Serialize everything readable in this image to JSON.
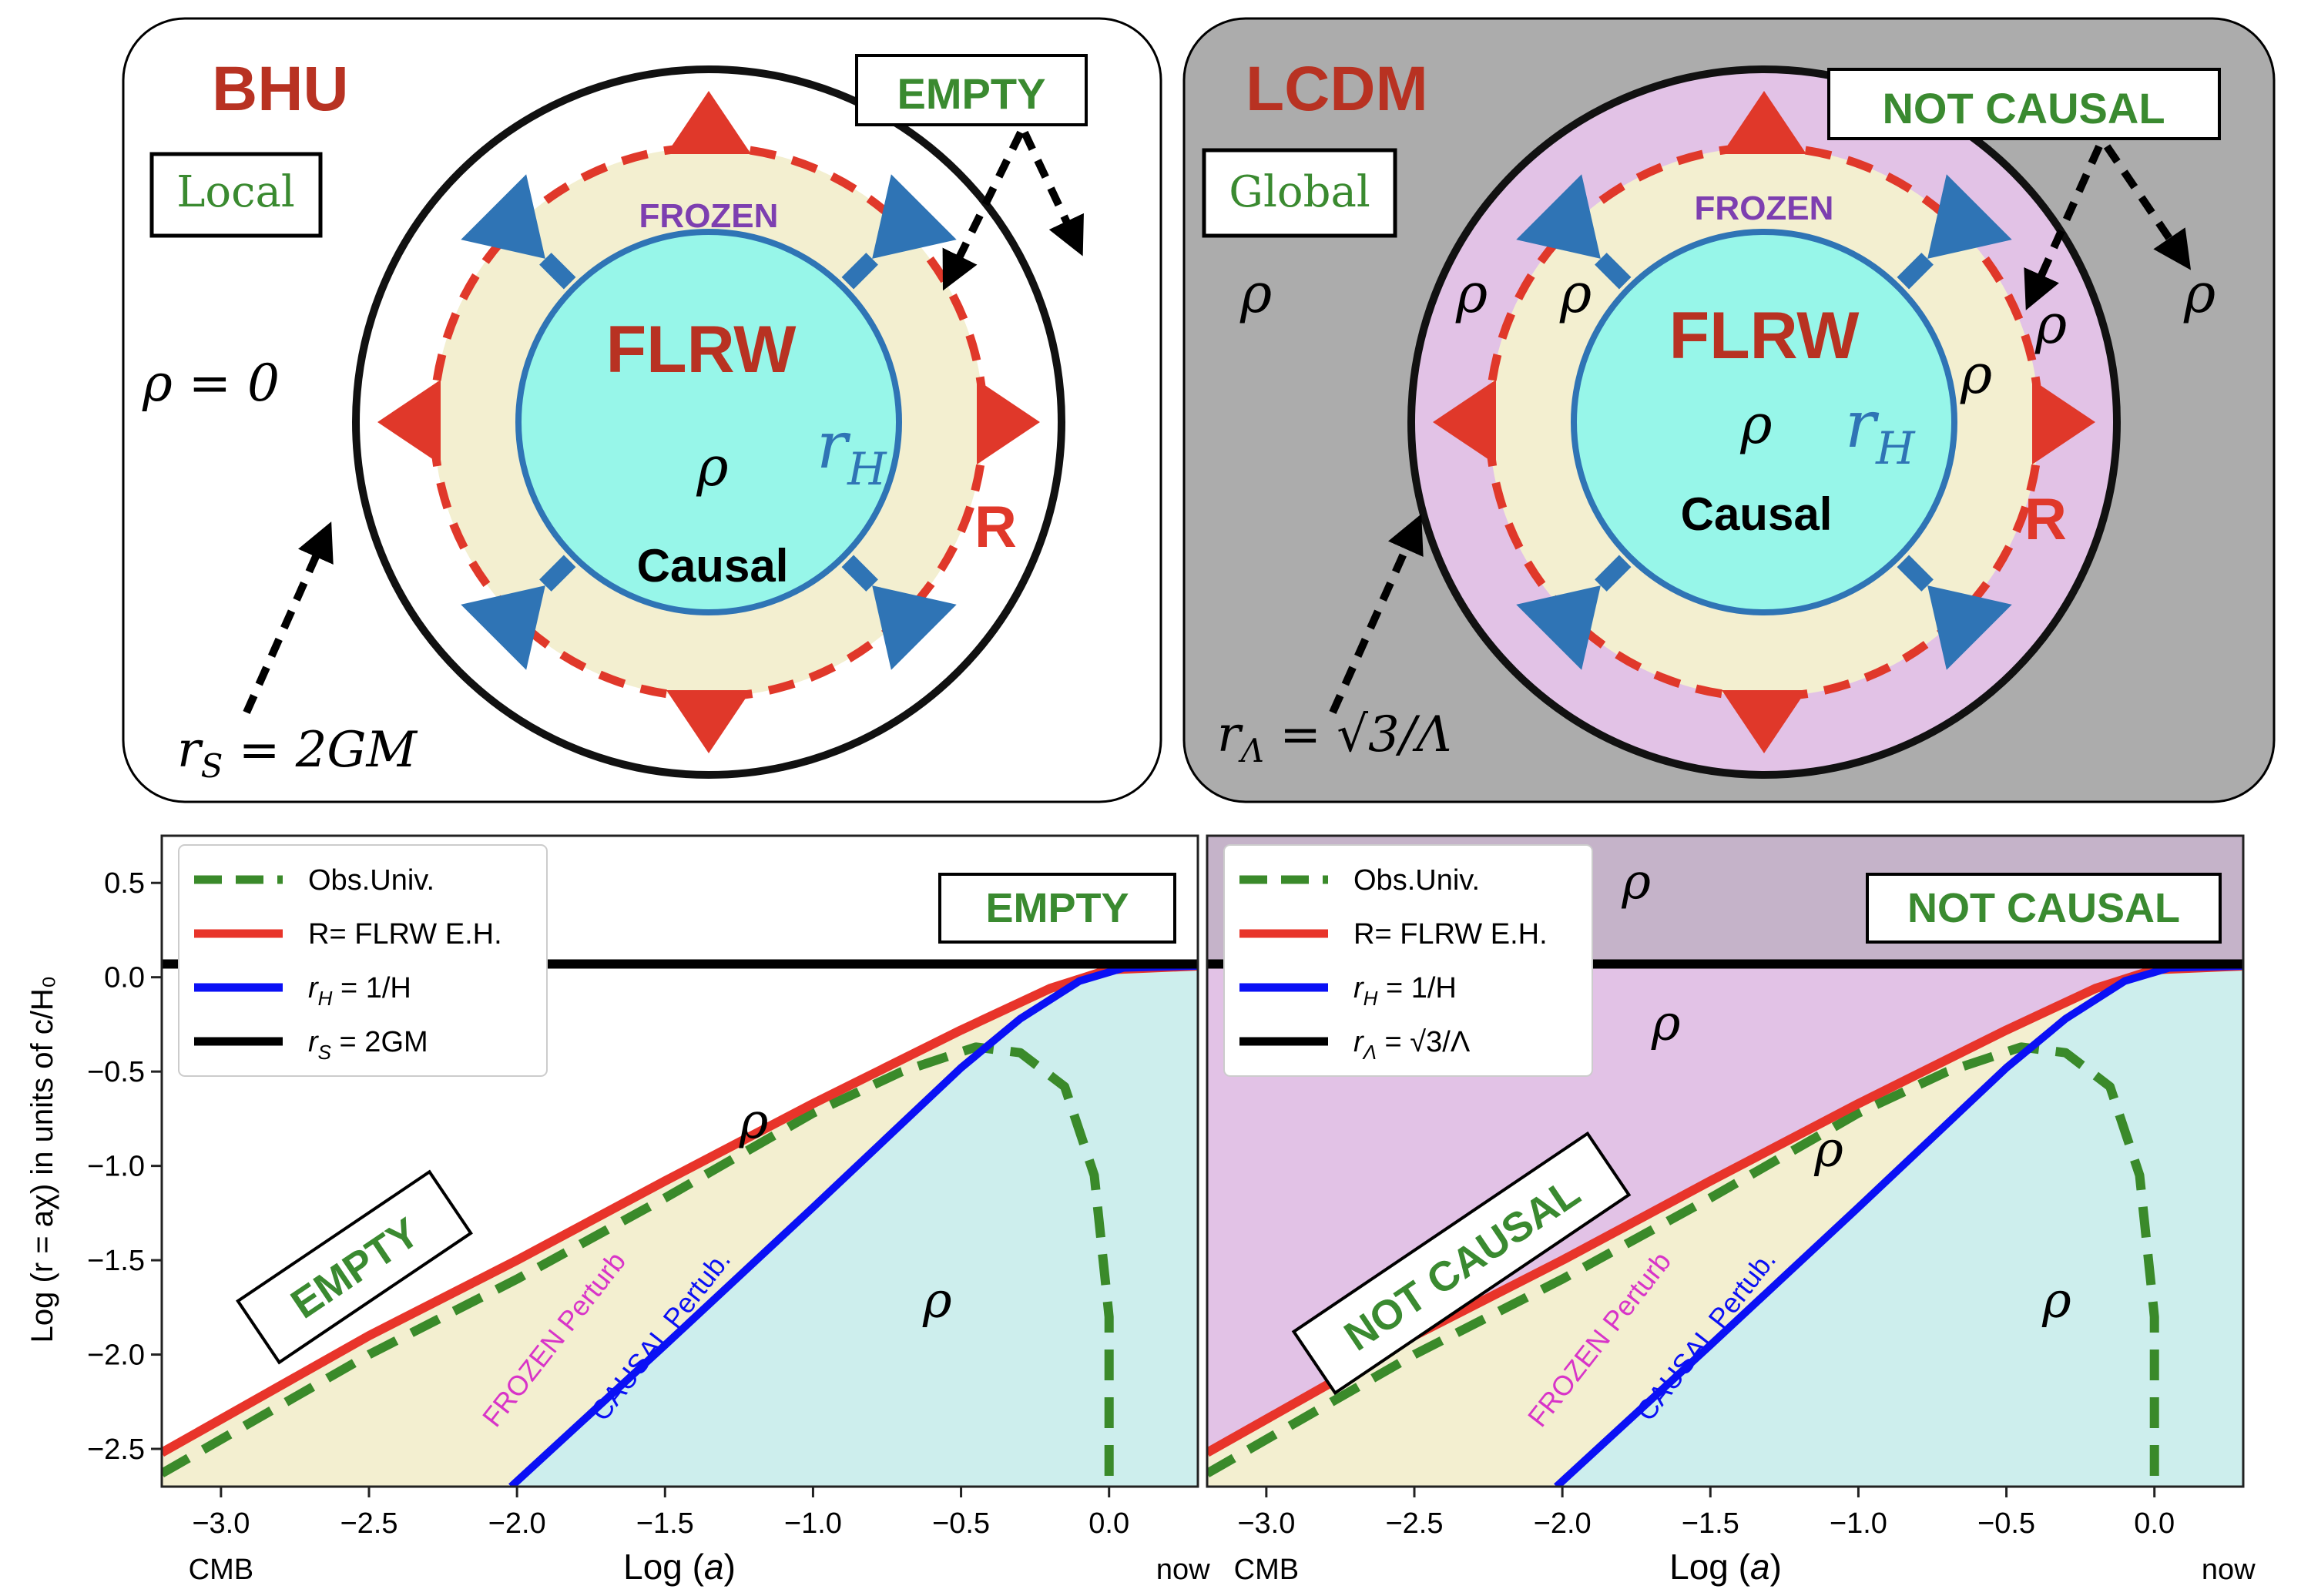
{
  "panels": {
    "left": {
      "title": "BHU",
      "scope": "Local",
      "frozen": "FROZEN",
      "flrw": "FLRW",
      "rho": "ρ",
      "rh": "r",
      "rh_sub": "H",
      "causal": "Causal",
      "R": "R",
      "outside": "EMPTY",
      "rho_zero": "ρ = 0",
      "radius_label": "r",
      "radius_sub": "S",
      "radius_rhs": " = 2GM"
    },
    "right": {
      "title": "LCDM",
      "scope": "Global",
      "frozen": "FROZEN",
      "flrw": "FLRW",
      "rho": "ρ",
      "rh": "r",
      "rh_sub": "H",
      "causal": "Causal",
      "R": "R",
      "outside": "NOT CAUSAL",
      "radius_label": "r",
      "radius_sub": "Λ",
      "radius_rhs": " = √3/Λ"
    }
  },
  "colors": {
    "title_red": "#b83222",
    "label_green": "#3a8a30",
    "arrow_red": "#e0382a",
    "arrow_blue": "#2f74b5",
    "flrw_fill": "#97f6e9",
    "frozen_fill": "#f3efd0",
    "not_causal_fill": "#e2c2e6",
    "outer_gray": "#acacac",
    "obs_green": "#3a8a2a",
    "blue_line": "#0a10f5",
    "red_line": "#e8342a",
    "frozen_purple": "#7d3fb0",
    "frozen_perturb_magenta": "#d834c8"
  },
  "chart_data": [
    {
      "type": "line",
      "xlabel": "Log (a)",
      "ylabel": "Log (r = aχ)  in units of c/H₀",
      "xlim": [
        -3.2,
        0.3
      ],
      "ylim": [
        -2.7,
        0.75
      ],
      "xticks": [
        "−3.0",
        "−2.5",
        "−2.0",
        "−1.5",
        "−1.0",
        "−0.5",
        "0.0"
      ],
      "yticks": [
        "0.5",
        "0.0",
        "−0.5",
        "−1.0",
        "−1.5",
        "−2.0",
        "−2.5"
      ],
      "x_annotations": [
        "CMB",
        "now"
      ],
      "legend_position": "top-left",
      "series": [
        {
          "name": "Obs.Univ.",
          "style": "dashed",
          "color": "#3a8a2a",
          "x": [
            -3.2,
            -2.5,
            -2.0,
            -1.5,
            -1.0,
            -0.7,
            -0.45,
            -0.3,
            -0.15,
            -0.05,
            0.0,
            0.0
          ],
          "y": [
            -2.63,
            -2.0,
            -1.6,
            -1.17,
            -0.72,
            -0.5,
            -0.37,
            -0.4,
            -0.58,
            -1.05,
            -1.8,
            -2.7
          ]
        },
        {
          "name": "R= FLRW E.H.",
          "style": "solid",
          "color": "#e8342a",
          "x": [
            -3.2,
            -2.5,
            -2.0,
            -1.5,
            -1.0,
            -0.5,
            -0.2,
            0.0,
            0.3
          ],
          "y": [
            -2.52,
            -1.9,
            -1.5,
            -1.08,
            -0.67,
            -0.28,
            -0.06,
            0.04,
            0.06
          ]
        },
        {
          "name": "r_H = 1/H",
          "style": "solid",
          "color": "#0a10f5",
          "x": [
            -2.02,
            -1.5,
            -1.0,
            -0.5,
            -0.3,
            -0.1,
            0.05,
            0.3
          ],
          "y": [
            -2.7,
            -1.95,
            -1.22,
            -0.48,
            -0.22,
            -0.02,
            0.05,
            0.06
          ]
        },
        {
          "name": "r_S = 2GM",
          "style": "solid",
          "color": "#000000",
          "x": [
            -3.2,
            0.3
          ],
          "y": [
            0.07,
            0.07
          ]
        }
      ],
      "annotations": [
        "EMPTY",
        "EMPTY",
        "ρ",
        "ρ",
        "FROZEN Perturb",
        "CAUSAL Pertub."
      ]
    },
    {
      "type": "line",
      "xlabel": "Log (a)",
      "xlim": [
        -3.2,
        0.3
      ],
      "ylim": [
        -2.7,
        0.75
      ],
      "xticks": [
        "−3.0",
        "−2.5",
        "−2.0",
        "−1.5",
        "−1.0",
        "−0.5",
        "0.0"
      ],
      "x_annotations": [
        "CMB",
        "now"
      ],
      "legend_position": "top-left",
      "series": [
        {
          "name": "Obs.Univ.",
          "style": "dashed",
          "color": "#3a8a2a",
          "x": [
            -3.2,
            -2.5,
            -2.0,
            -1.5,
            -1.0,
            -0.7,
            -0.45,
            -0.3,
            -0.15,
            -0.05,
            0.0,
            0.0
          ],
          "y": [
            -2.63,
            -2.0,
            -1.6,
            -1.17,
            -0.72,
            -0.5,
            -0.37,
            -0.4,
            -0.58,
            -1.05,
            -1.8,
            -2.7
          ]
        },
        {
          "name": "R= FLRW E.H.",
          "style": "solid",
          "color": "#e8342a",
          "x": [
            -3.2,
            -2.5,
            -2.0,
            -1.5,
            -1.0,
            -0.5,
            -0.2,
            0.0,
            0.3
          ],
          "y": [
            -2.52,
            -1.9,
            -1.5,
            -1.08,
            -0.67,
            -0.28,
            -0.06,
            0.04,
            0.06
          ]
        },
        {
          "name": "r_H = 1/H",
          "style": "solid",
          "color": "#0a10f5",
          "x": [
            -2.02,
            -1.5,
            -1.0,
            -0.5,
            -0.3,
            -0.1,
            0.05,
            0.3
          ],
          "y": [
            -2.7,
            -1.95,
            -1.22,
            -0.48,
            -0.22,
            -0.02,
            0.05,
            0.06
          ]
        },
        {
          "name": "r_Λ = √3/Λ",
          "style": "solid",
          "color": "#000000",
          "x": [
            -3.2,
            0.3
          ],
          "y": [
            0.07,
            0.07
          ]
        }
      ],
      "annotations": [
        "NOT CAUSAL",
        "NOT CAUSAL",
        "ρ",
        "ρ",
        "ρ",
        "ρ",
        "FROZEN Perturb",
        "CAUSAL Pertub."
      ]
    }
  ],
  "legend_text": {
    "obs": "Obs.Univ.",
    "eh": "R= FLRW E.H.",
    "rh": "r",
    "rh_sub": "H",
    "rh_rhs": " = 1/H",
    "rs": "r",
    "rs_sub": "S",
    "rs_rhs": " = 2GM",
    "rl": "r",
    "rl_sub": "Λ",
    "rl_rhs": " = √3/Λ"
  },
  "plot_labels": {
    "empty": "EMPTY",
    "not_causal": "NOT CAUSAL",
    "rho": "ρ",
    "frozen_perturb": "FROZEN Perturb",
    "causal_perturb": "CAUSAL Pertub.",
    "cmb": "CMB",
    "now": "now",
    "xlabel_pre": "Log (",
    "xlabel_var": "a",
    "xlabel_post": ")",
    "ylabel": "Log (r = aχ)  in units of c/H₀"
  }
}
